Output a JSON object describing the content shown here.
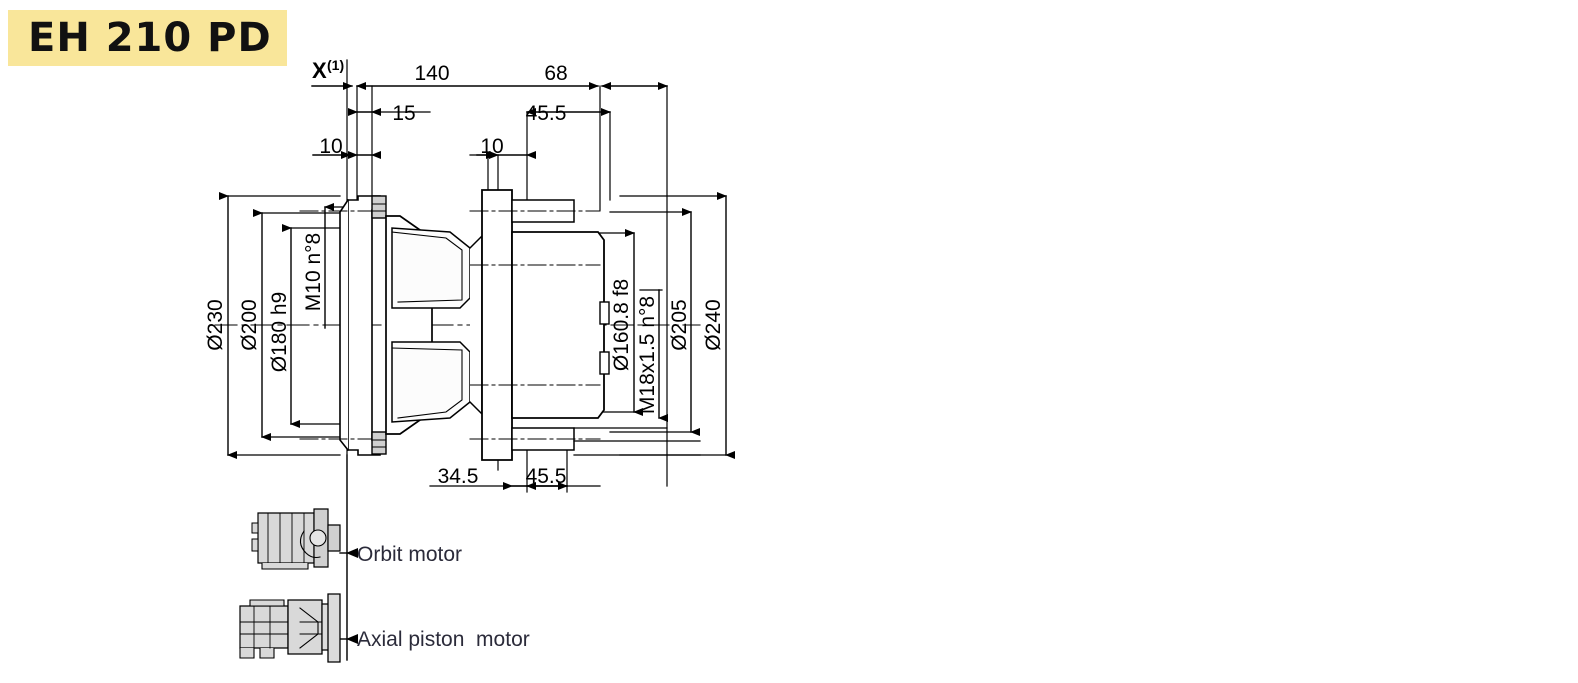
{
  "title": {
    "text": "EH 210 PD",
    "banner_color": "#f9e69a"
  },
  "view": {
    "marker": "X",
    "marker_superscript": "(1)"
  },
  "dimensions": {
    "top": [
      {
        "name": "overall-140",
        "value": "140"
      },
      {
        "name": "overall-68",
        "value": "68"
      },
      {
        "name": "step-15",
        "value": "15"
      },
      {
        "name": "step-45-5",
        "value": "45.5"
      },
      {
        "name": "left-10",
        "value": "10"
      },
      {
        "name": "right-10",
        "value": "10"
      }
    ],
    "bottom": [
      {
        "name": "bottom-34-5",
        "value": "34.5"
      },
      {
        "name": "bottom-45-5",
        "value": "45.5"
      }
    ],
    "left": [
      {
        "name": "dia-230",
        "value": "Ø230"
      },
      {
        "name": "dia-200",
        "value": "Ø200"
      },
      {
        "name": "dia-180",
        "value": "Ø180 h9"
      },
      {
        "name": "thread-m10",
        "value": "M10 n°8"
      }
    ],
    "right": [
      {
        "name": "dia-160-8",
        "value": "Ø160.8 f8"
      },
      {
        "name": "thread-m18",
        "value": "M18x1.5  n°8"
      },
      {
        "name": "dia-205",
        "value": "Ø205"
      },
      {
        "name": "dia-240",
        "value": "Ø240"
      }
    ]
  },
  "legend": [
    {
      "name": "orbit-motor",
      "label": "Orbit motor"
    },
    {
      "name": "axial-piston-motor",
      "label": "Axial piston  motor"
    }
  ],
  "colors": {
    "line": "#000000",
    "fill_light": "#ffffff",
    "fill_grey": "#d8d8d8",
    "fill_mid": "#e2e2e2",
    "banner": "#f9e69a",
    "legend_text": "#2b2b3a"
  }
}
